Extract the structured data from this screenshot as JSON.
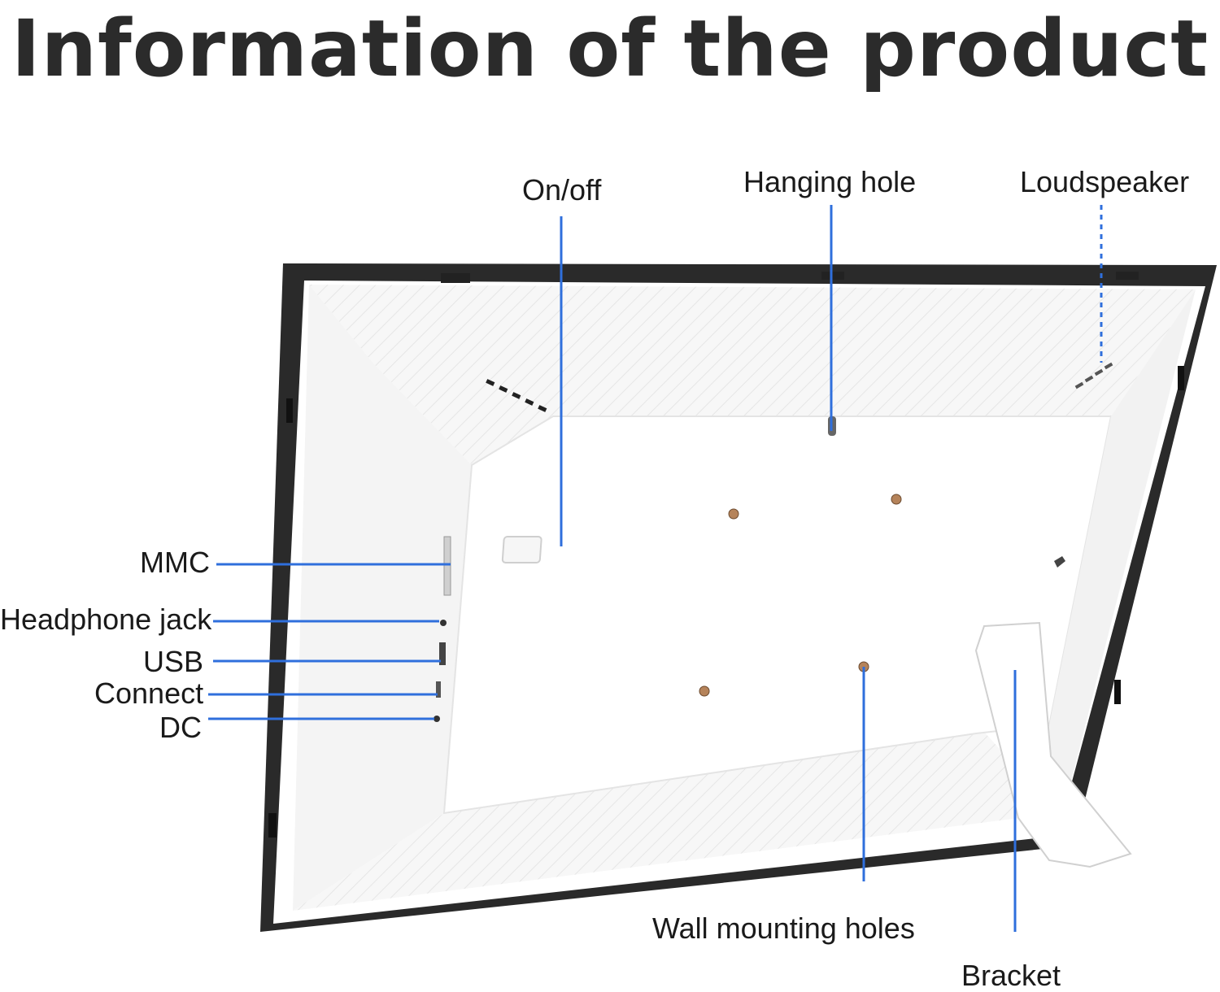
{
  "title": "Information of the product",
  "accent_color": "#2f6fdc",
  "labels": {
    "on_off": "On/off",
    "hanging_hole": "Hanging hole",
    "loudspeaker": "Loudspeaker",
    "mmc": "MMC",
    "headphone_jack": "Headphone jack",
    "usb": "USB",
    "connect": "Connect",
    "dc": "DC",
    "wall_mounting_holes": "Wall mounting holes",
    "bracket": "Bracket"
  }
}
